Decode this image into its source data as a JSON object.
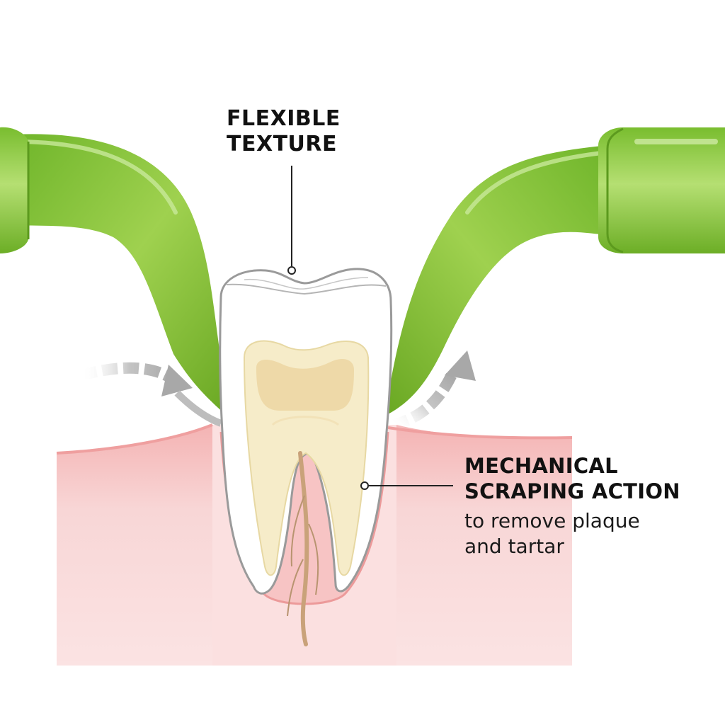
{
  "labels": {
    "flexible_texture": {
      "line1": "FLEXIBLE",
      "line2": "TEXTURE"
    },
    "mechanical_scraping": {
      "line1": "MECHANICAL",
      "line2": "SCRAPING ACTION",
      "sub_line1": "to remove plaque",
      "sub_line2": "and tartar"
    }
  },
  "colors": {
    "chew_green": "#8cc63f",
    "chew_green_dark": "#5f9e1c",
    "gum_pink": "#f6c9c9",
    "gum_edge": "#ef9f9f",
    "enamel": "#ffffff",
    "dentin": "#f3e7c4",
    "pulp": "#eed9a8",
    "arrow_gray": "#b9b9b9"
  }
}
